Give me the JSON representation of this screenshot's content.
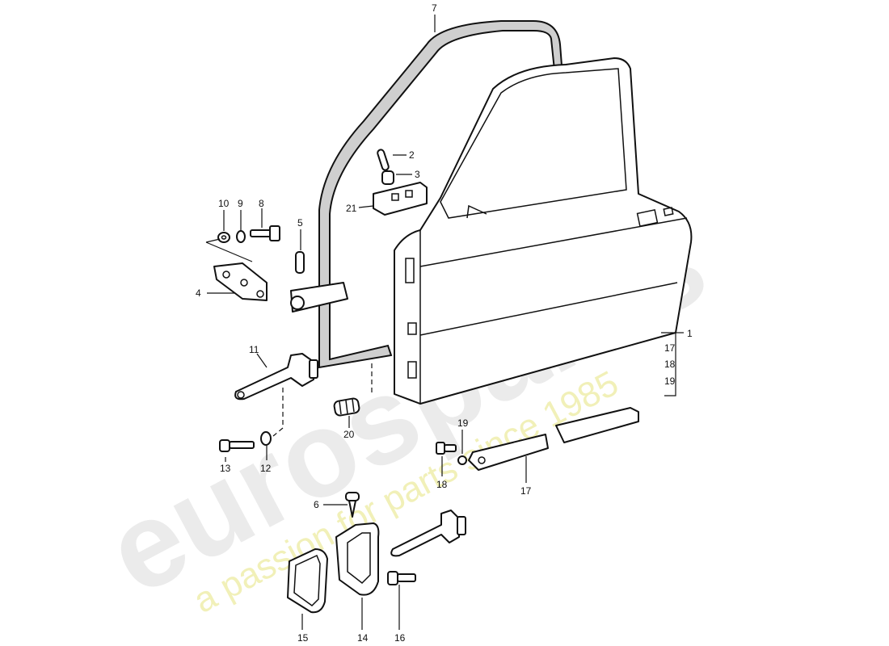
{
  "watermark": {
    "brand": "eurospares",
    "tagline": "a passion for parts since 1985"
  },
  "callouts": {
    "c1": "1",
    "c2": "2",
    "c3": "3",
    "c4": "4",
    "c5": "5",
    "c6": "6",
    "c7": "7",
    "c8": "8",
    "c9": "9",
    "c10": "10",
    "c11": "11",
    "c12": "12",
    "c13": "13",
    "c14": "14",
    "c15": "15",
    "c16": "16",
    "c17": "17",
    "c18": "18",
    "c19": "19",
    "c20": "20",
    "c21": "21",
    "group_17": "17",
    "group_18": "18",
    "group_19": "19"
  },
  "colors": {
    "line": "#111111",
    "watermark_logo": "#ebebeb",
    "watermark_tagline": "#f1f0b8"
  }
}
